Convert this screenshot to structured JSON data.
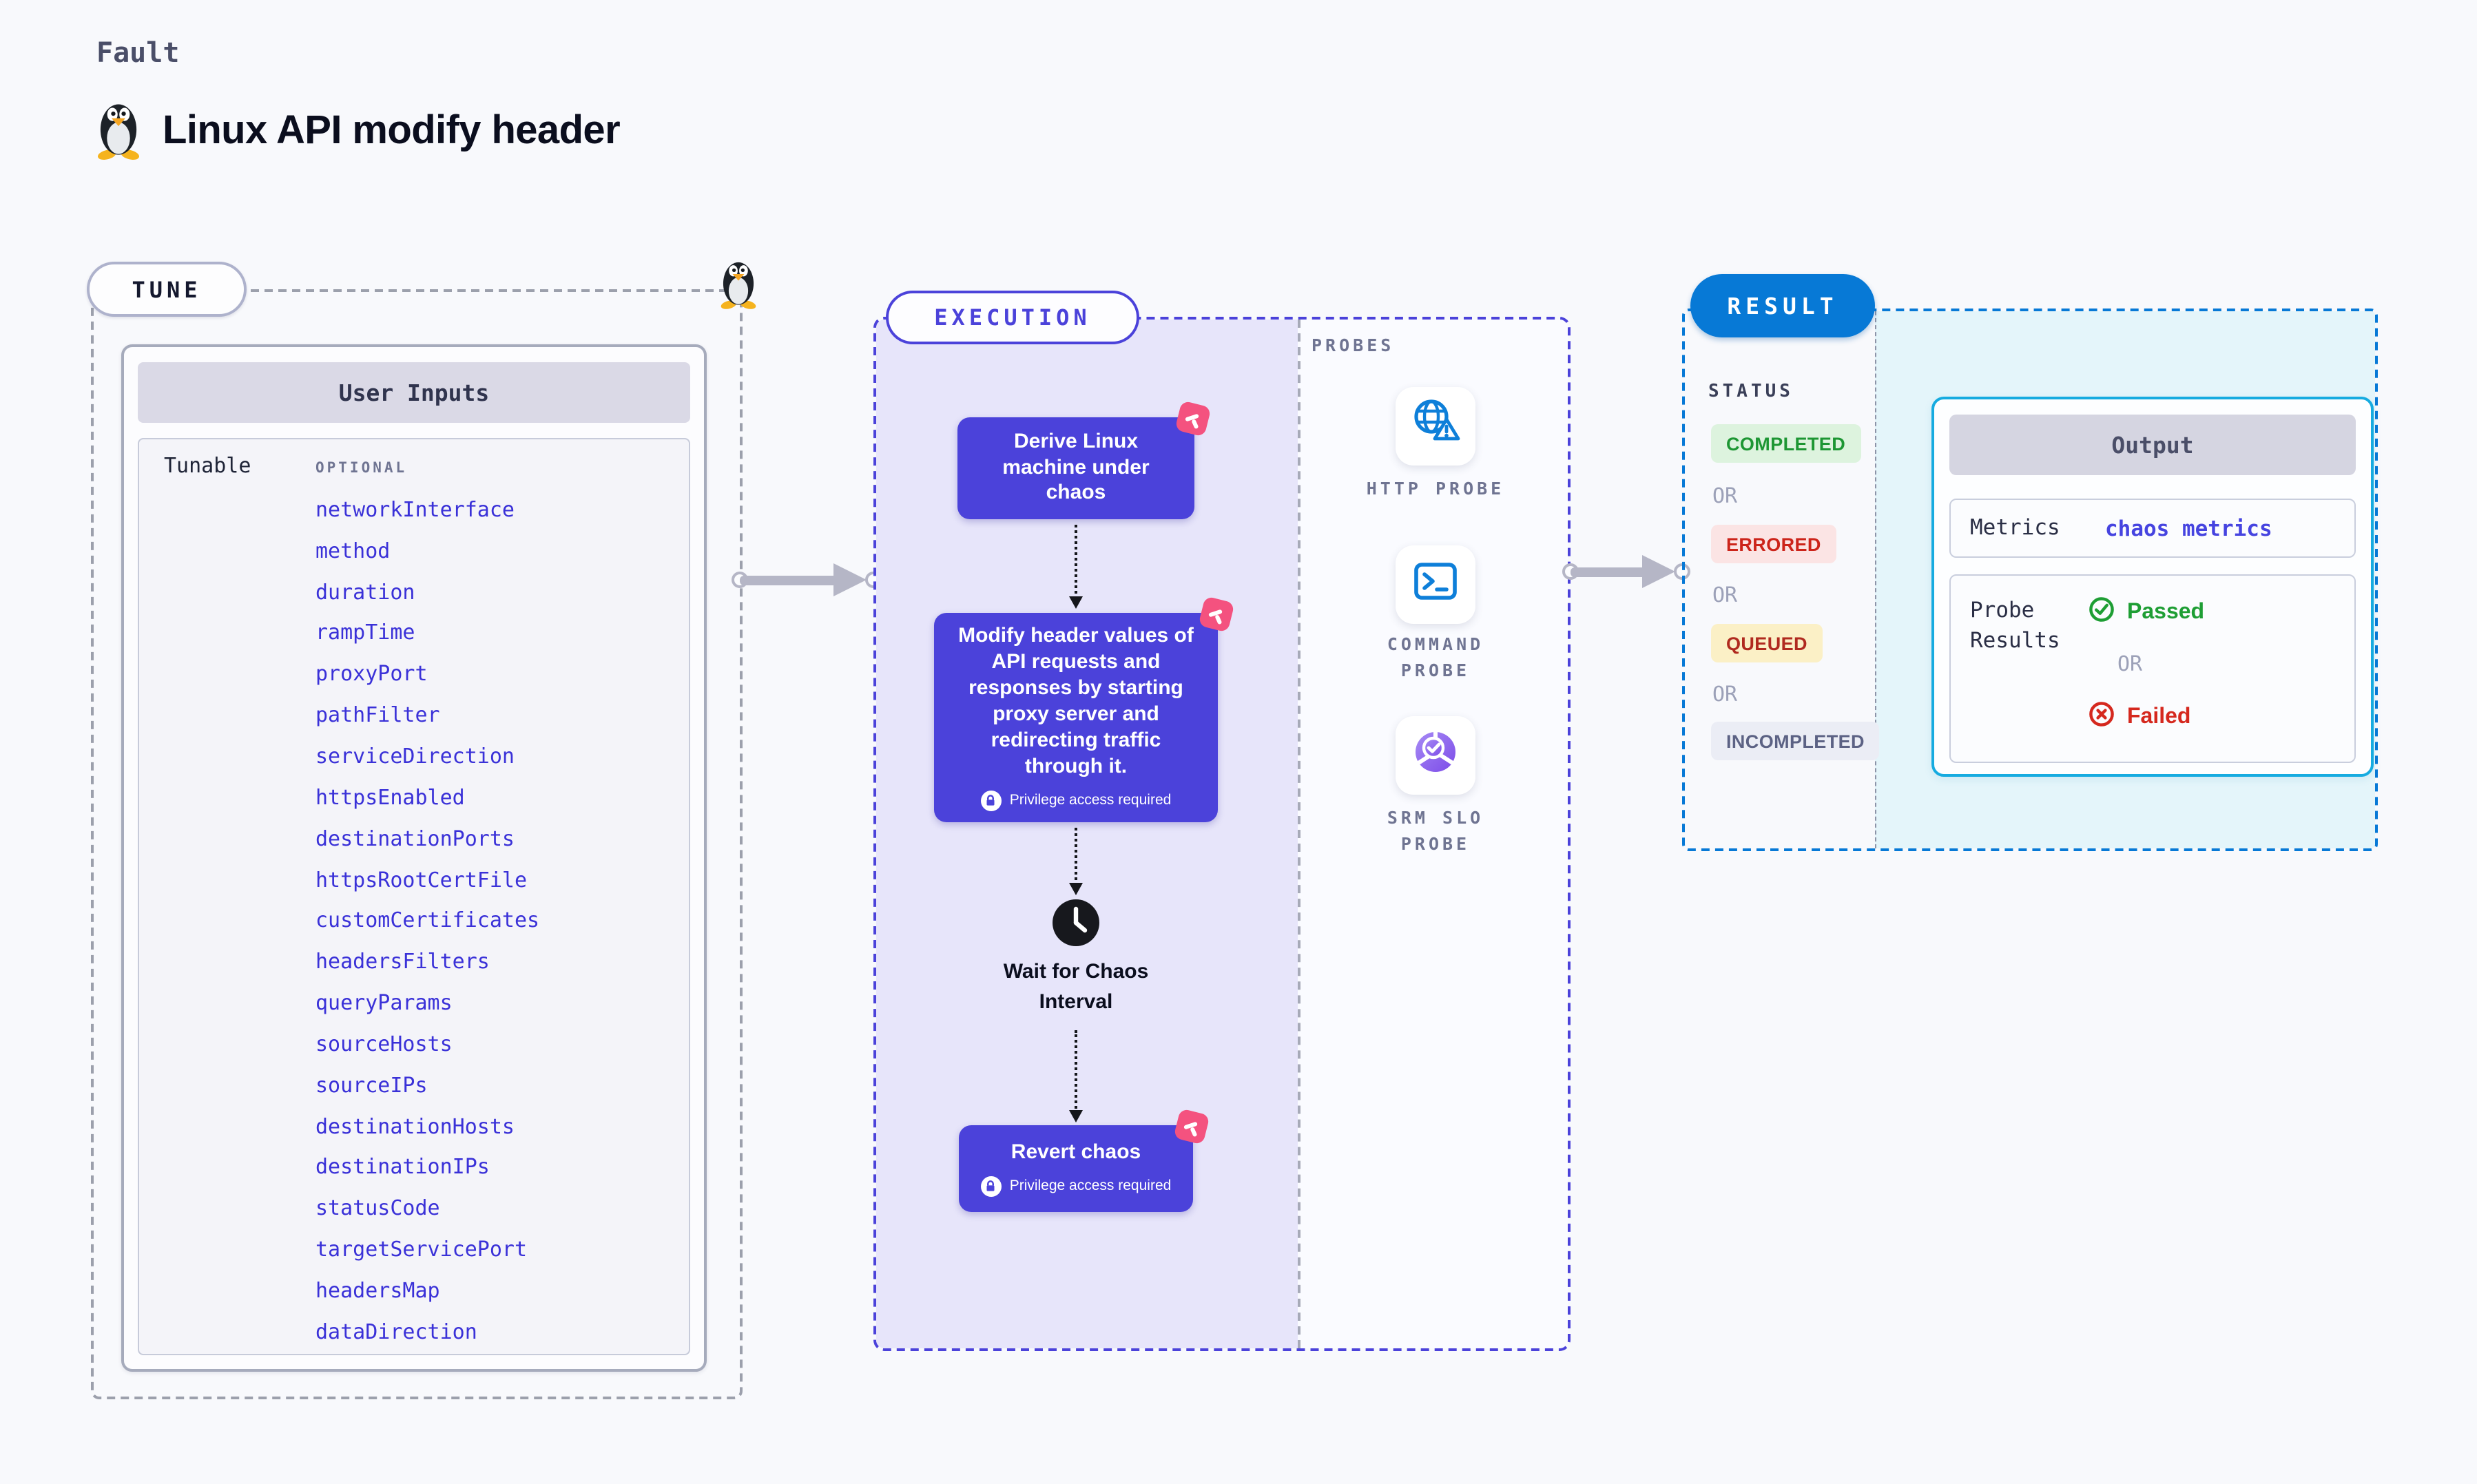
{
  "page": {
    "kind_label": "Fault",
    "title": "Linux API modify header"
  },
  "tune": {
    "pill_label": "TUNE",
    "card_title": "User Inputs",
    "row_label": "Tunable",
    "optional_label": "OPTIONAL",
    "params": [
      "networkInterface",
      "method",
      "duration",
      "rampTime",
      "proxyPort",
      "pathFilter",
      "serviceDirection",
      "httpsEnabled",
      "destinationPorts",
      "httpsRootCertFile",
      "customCertificates",
      "headersFilters",
      "queryParams",
      "sourceHosts",
      "sourceIPs",
      "destinationHosts",
      "destinationIPs",
      "statusCode",
      "targetServicePort",
      "headersMap",
      "dataDirection"
    ]
  },
  "execution": {
    "pill_label": "EXECUTION",
    "steps": {
      "derive": "Derive Linux machine under chaos",
      "modify": "Modify header values of API requests and responses by starting proxy server and redirecting traffic through it.",
      "privilege_note": "Privilege access required",
      "wait": "Wait for Chaos Interval",
      "revert": "Revert chaos"
    }
  },
  "probes": {
    "panel_label": "PROBES",
    "items": [
      {
        "name": "HTTP PROBE",
        "icon": "globe-warning-icon"
      },
      {
        "name": "COMMAND PROBE",
        "icon": "terminal-icon"
      },
      {
        "name": "SRM SLO PROBE",
        "icon": "slo-donut-check-icon"
      }
    ]
  },
  "result": {
    "pill_label": "RESULT",
    "status_label": "STATUS",
    "or_label": "OR",
    "statuses": [
      {
        "label": "COMPLETED",
        "kind": "completed",
        "color": "#1D9633",
        "bg": "#DDF3DE"
      },
      {
        "label": "ERRORED",
        "kind": "errored",
        "color": "#CC241A",
        "bg": "#FBE4E4"
      },
      {
        "label": "QUEUED",
        "kind": "queued",
        "color": "#B02A1F",
        "bg": "#FBF0C6"
      },
      {
        "label": "INCOMPLETED",
        "kind": "incompleted",
        "color": "#5C6284",
        "bg": "#EBEDF5"
      }
    ],
    "output": {
      "title": "Output",
      "metrics_label": "Metrics",
      "metrics_value": "chaos metrics",
      "probe_results_label": "Probe Results",
      "passed_label": "Passed",
      "failed_label": "Failed"
    }
  },
  "colors": {
    "page_bg": "#F8F9FC",
    "indigo_accent": "#4B42DA",
    "param_text": "#3A31D8",
    "execution_fill": "#E7E5FA",
    "result_blue": "#0779D6",
    "output_border_cyan": "#16ABE0",
    "result_fill_cyan": "#E4F5FA",
    "chaos_badge_pink": "#F4527F",
    "probe_icon_blue": "#0E7FD9",
    "srm_purple": "#7C4BE8",
    "passed_green": "#1E9E34",
    "failed_red": "#D5281E",
    "arrow_gray": "#B5B6C6"
  }
}
